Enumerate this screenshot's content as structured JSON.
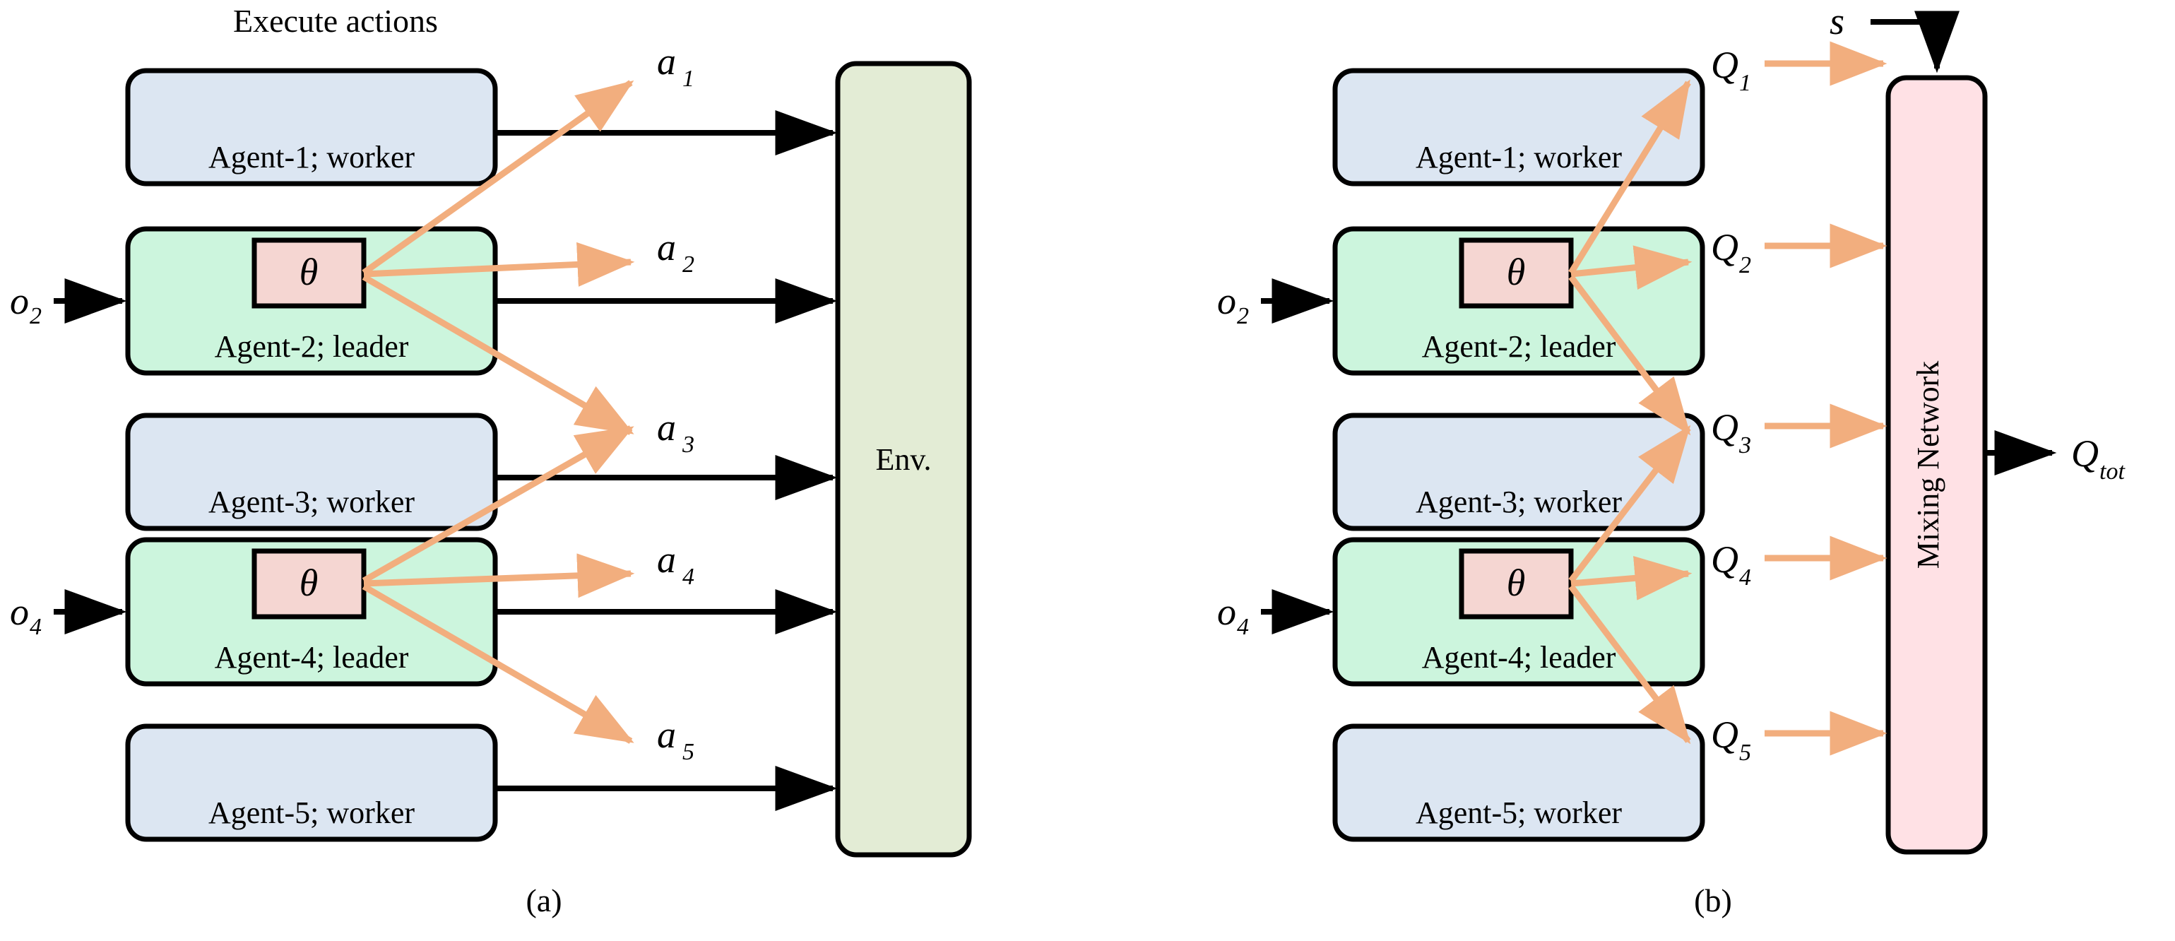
{
  "figure": {
    "title_left": "Execute actions",
    "caption_left": "(a)",
    "caption_right": "(b)"
  },
  "colors": {
    "worker_fill": "#dce6f2",
    "leader_fill": "#ccf5dd",
    "theta_fill": "#f5d6d2",
    "env_fill": "#e3ecd5",
    "mixing_fill": "#ffe1e5",
    "stroke": "#000000",
    "orange_arrow": "#f2ae7e",
    "black_arrow": "#000000"
  },
  "panel_a": {
    "agents": [
      {
        "label": "Agent-1; worker",
        "role": "worker"
      },
      {
        "label": "Agent-2; leader",
        "role": "leader",
        "theta": "θ",
        "obs": "o",
        "obs_sub": "2"
      },
      {
        "label": "Agent-3; worker",
        "role": "worker"
      },
      {
        "label": "Agent-4; leader",
        "role": "leader",
        "theta": "θ",
        "obs": "o",
        "obs_sub": "4"
      },
      {
        "label": "Agent-5; worker",
        "role": "worker"
      }
    ],
    "actions": [
      {
        "base": "a",
        "sub": "1"
      },
      {
        "base": "a",
        "sub": "2"
      },
      {
        "base": "a",
        "sub": "3"
      },
      {
        "base": "a",
        "sub": "4"
      },
      {
        "base": "a",
        "sub": "5"
      }
    ],
    "env_label": "Env."
  },
  "panel_b": {
    "agents": [
      {
        "label": "Agent-1; worker",
        "role": "worker"
      },
      {
        "label": "Agent-2; leader",
        "role": "leader",
        "theta": "θ",
        "obs": "o",
        "obs_sub": "2"
      },
      {
        "label": "Agent-3; worker",
        "role": "worker"
      },
      {
        "label": "Agent-4; leader",
        "role": "leader",
        "theta": "θ",
        "obs": "o",
        "obs_sub": "4"
      },
      {
        "label": "Agent-5; worker",
        "role": "worker"
      }
    ],
    "qvalues": [
      {
        "base": "Q",
        "sub": "1"
      },
      {
        "base": "Q",
        "sub": "2"
      },
      {
        "base": "Q",
        "sub": "3"
      },
      {
        "base": "Q",
        "sub": "4"
      },
      {
        "base": "Q",
        "sub": "5"
      }
    ],
    "mixing_label": "Mixing Network",
    "state_input": "s",
    "output": {
      "base": "Q",
      "sub": "tot"
    }
  }
}
